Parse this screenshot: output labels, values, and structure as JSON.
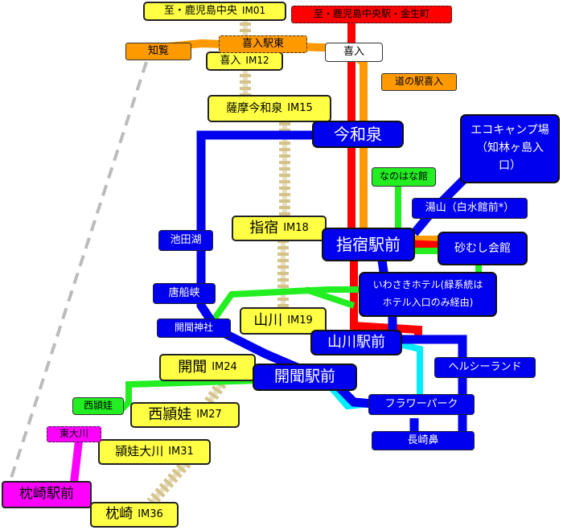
{
  "colors": {
    "jr_rail": "#d4c38a",
    "blue_route": "#0000ee",
    "green_route": "#22ee22",
    "red_route": "#ff0000",
    "orange_route": "#ff9900",
    "cyan_route": "#00eeff",
    "magenta_route": "#ff00ff",
    "gray_dashed": "#bbbbbb"
  },
  "jr": {
    "top": "至・鹿児島中央",
    "top_code": "IM01",
    "kiire": "喜入",
    "kiire_code": "IM12",
    "imaizumi": "薩摩今和泉",
    "imaizumi_code": "IM15",
    "ibusuki": "指宿",
    "ibusuki_code": "IM18",
    "yamakawa": "山川",
    "yamakawa_code": "IM19",
    "kaimon": "開聞",
    "kaimon_code": "IM24",
    "nishiei": "西頴娃",
    "nishiei_code": "IM27",
    "eiokawa": "頴娃大川",
    "eiokawa_code": "IM31",
    "makurazaki": "枕崎",
    "makurazaki_code": "IM36"
  },
  "bus": {
    "red_top": "至・鹿児島中央駅・金生町",
    "kiire_higashi": "喜入駅東",
    "chiran": "知覧",
    "kiire_white": "喜入",
    "michinoeki": "道の駅喜入",
    "imaizumi": "今和泉",
    "eco_camp": "エコキャンプ場（知林ヶ島入口）",
    "nanohana": "なのはな館",
    "yuyama": "湯山（白水館前*）",
    "ibusuki_ekimae": "指宿駅前",
    "sunamushi": "砂むし会館",
    "ikedako": "池田湖",
    "iwasaki": "いわさきホテル(緑系統はホテル入口のみ経由)",
    "karafunekyo": "唐船峡",
    "yamakawa_ekimae": "山川駅前",
    "kaimon_jinja": "開聞神社",
    "healthy_land": "ヘルシーランド",
    "kaimon_ekimae": "開聞駅前",
    "flower_park": "フラワーパーク",
    "nishiei_green": "西頴娃",
    "nagasakibana": "長崎鼻",
    "higashi_okawa": "東大川",
    "makurazaki_ekimae": "枕崎駅前"
  }
}
